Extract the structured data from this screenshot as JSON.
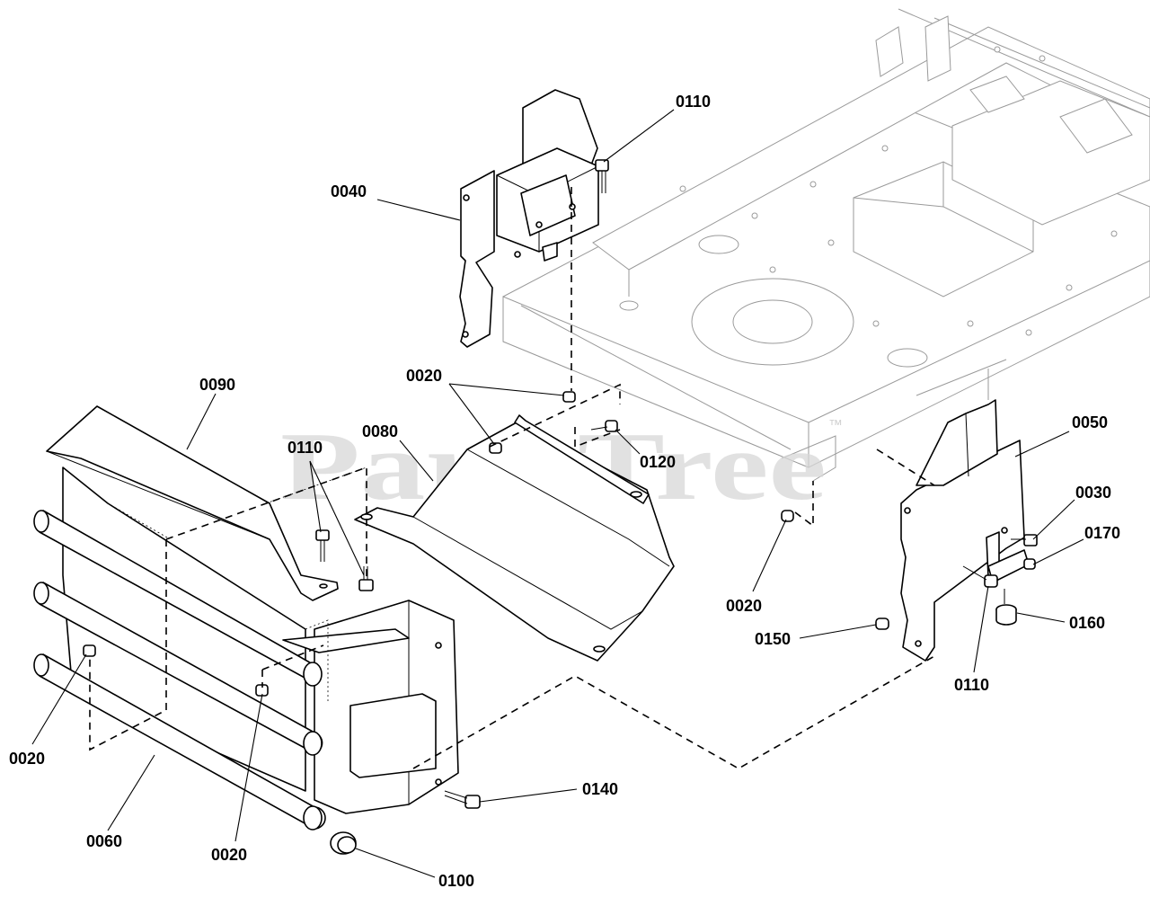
{
  "watermark": {
    "text": "PartsTree",
    "trademark": "™",
    "color": "#d8d8d8"
  },
  "callouts": [
    {
      "id": "c-0110-top",
      "label": "0110"
    },
    {
      "id": "c-0040",
      "label": "0040"
    },
    {
      "id": "c-0090",
      "label": "0090"
    },
    {
      "id": "c-0020-mid",
      "label": "0020"
    },
    {
      "id": "c-0110-left",
      "label": "0110"
    },
    {
      "id": "c-0080",
      "label": "0080"
    },
    {
      "id": "c-0120",
      "label": "0120"
    },
    {
      "id": "c-0050",
      "label": "0050"
    },
    {
      "id": "c-0030",
      "label": "0030"
    },
    {
      "id": "c-0170",
      "label": "0170"
    },
    {
      "id": "c-0020-right",
      "label": "0020"
    },
    {
      "id": "c-0150",
      "label": "0150"
    },
    {
      "id": "c-0160",
      "label": "0160"
    },
    {
      "id": "c-0110-right",
      "label": "0110"
    },
    {
      "id": "c-0020-left",
      "label": "0020"
    },
    {
      "id": "c-0140",
      "label": "0140"
    },
    {
      "id": "c-0060",
      "label": "0060"
    },
    {
      "id": "c-0020-bottom",
      "label": "0020"
    },
    {
      "id": "c-0100",
      "label": "0100"
    }
  ]
}
